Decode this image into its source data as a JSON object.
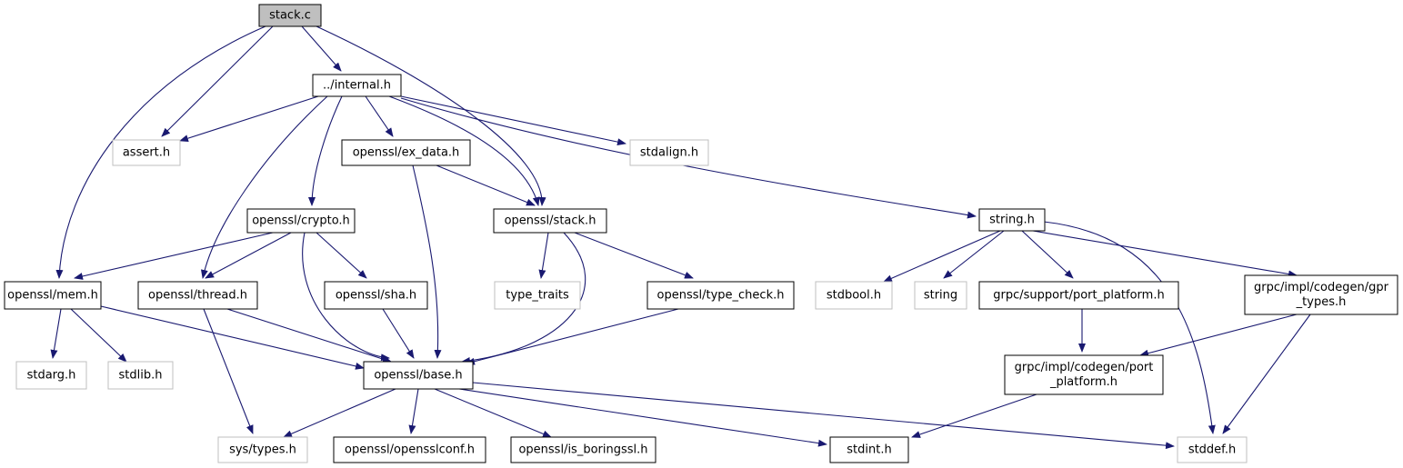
{
  "colors": {
    "edge": "#191970",
    "node_border": "#000000",
    "node_border_external": "#bfbfbf",
    "root_fill": "#bfbfbf",
    "node_fill": "#ffffff"
  },
  "nodes": [
    {
      "id": "stack_c",
      "label": "stack.c",
      "kind": "root"
    },
    {
      "id": "internal_h",
      "label": "../internal.h",
      "kind": "file"
    },
    {
      "id": "assert_h",
      "label": "assert.h",
      "kind": "external"
    },
    {
      "id": "stdalign_h",
      "label": "stdalign.h",
      "kind": "external"
    },
    {
      "id": "ex_data_h",
      "label": "openssl/ex_data.h",
      "kind": "file"
    },
    {
      "id": "crypto_h",
      "label": "openssl/crypto.h",
      "kind": "file"
    },
    {
      "id": "stack_h",
      "label": "openssl/stack.h",
      "kind": "file"
    },
    {
      "id": "string_h",
      "label": "string.h",
      "kind": "file"
    },
    {
      "id": "mem_h",
      "label": "openssl/mem.h",
      "kind": "file"
    },
    {
      "id": "thread_h",
      "label": "openssl/thread.h",
      "kind": "file"
    },
    {
      "id": "sha_h",
      "label": "openssl/sha.h",
      "kind": "file"
    },
    {
      "id": "type_traits",
      "label": "type_traits",
      "kind": "external"
    },
    {
      "id": "type_check_h",
      "label": "openssl/type_check.h",
      "kind": "file"
    },
    {
      "id": "stdbool_h",
      "label": "stdbool.h",
      "kind": "external"
    },
    {
      "id": "string",
      "label": "string",
      "kind": "external"
    },
    {
      "id": "port_platform_h",
      "label": "grpc/support/port_platform.h",
      "kind": "file"
    },
    {
      "id": "gpr_types_h",
      "label": [
        "grpc/impl/codegen/gpr",
        "_types.h"
      ],
      "kind": "file"
    },
    {
      "id": "stdarg_h",
      "label": "stdarg.h",
      "kind": "external"
    },
    {
      "id": "stdlib_h",
      "label": "stdlib.h",
      "kind": "external"
    },
    {
      "id": "base_h",
      "label": "openssl/base.h",
      "kind": "file"
    },
    {
      "id": "codegen_port_platform_h",
      "label": [
        "grpc/impl/codegen/port",
        "_platform.h"
      ],
      "kind": "file"
    },
    {
      "id": "sys_types_h",
      "label": "sys/types.h",
      "kind": "external"
    },
    {
      "id": "opensslconf_h",
      "label": "openssl/opensslconf.h",
      "kind": "file"
    },
    {
      "id": "is_boringssl_h",
      "label": "openssl/is_boringssl.h",
      "kind": "file"
    },
    {
      "id": "stdint_h",
      "label": "stdint.h",
      "kind": "file"
    },
    {
      "id": "stddef_h",
      "label": "stddef.h",
      "kind": "external"
    }
  ],
  "edges": [
    [
      "stack_c",
      "internal_h"
    ],
    [
      "stack_c",
      "assert_h"
    ],
    [
      "stack_c",
      "stack_h"
    ],
    [
      "stack_c",
      "mem_h"
    ],
    [
      "internal_h",
      "assert_h"
    ],
    [
      "internal_h",
      "stdalign_h"
    ],
    [
      "internal_h",
      "ex_data_h"
    ],
    [
      "internal_h",
      "crypto_h"
    ],
    [
      "internal_h",
      "stack_h"
    ],
    [
      "internal_h",
      "string_h"
    ],
    [
      "internal_h",
      "thread_h"
    ],
    [
      "ex_data_h",
      "stack_h"
    ],
    [
      "ex_data_h",
      "base_h"
    ],
    [
      "crypto_h",
      "mem_h"
    ],
    [
      "crypto_h",
      "thread_h"
    ],
    [
      "crypto_h",
      "sha_h"
    ],
    [
      "crypto_h",
      "base_h"
    ],
    [
      "stack_h",
      "type_traits"
    ],
    [
      "stack_h",
      "type_check_h"
    ],
    [
      "stack_h",
      "base_h"
    ],
    [
      "string_h",
      "stdbool_h"
    ],
    [
      "string_h",
      "string"
    ],
    [
      "string_h",
      "port_platform_h"
    ],
    [
      "string_h",
      "gpr_types_h"
    ],
    [
      "string_h",
      "stddef_h"
    ],
    [
      "mem_h",
      "stdarg_h"
    ],
    [
      "mem_h",
      "stdlib_h"
    ],
    [
      "mem_h",
      "base_h"
    ],
    [
      "thread_h",
      "sys_types_h"
    ],
    [
      "thread_h",
      "base_h"
    ],
    [
      "sha_h",
      "base_h"
    ],
    [
      "type_check_h",
      "base_h"
    ],
    [
      "port_platform_h",
      "codegen_port_platform_h"
    ],
    [
      "gpr_types_h",
      "codegen_port_platform_h"
    ],
    [
      "gpr_types_h",
      "stddef_h"
    ],
    [
      "codegen_port_platform_h",
      "stdint_h"
    ],
    [
      "base_h",
      "sys_types_h"
    ],
    [
      "base_h",
      "opensslconf_h"
    ],
    [
      "base_h",
      "is_boringssl_h"
    ],
    [
      "base_h",
      "stdint_h"
    ],
    [
      "base_h",
      "stddef_h"
    ]
  ]
}
